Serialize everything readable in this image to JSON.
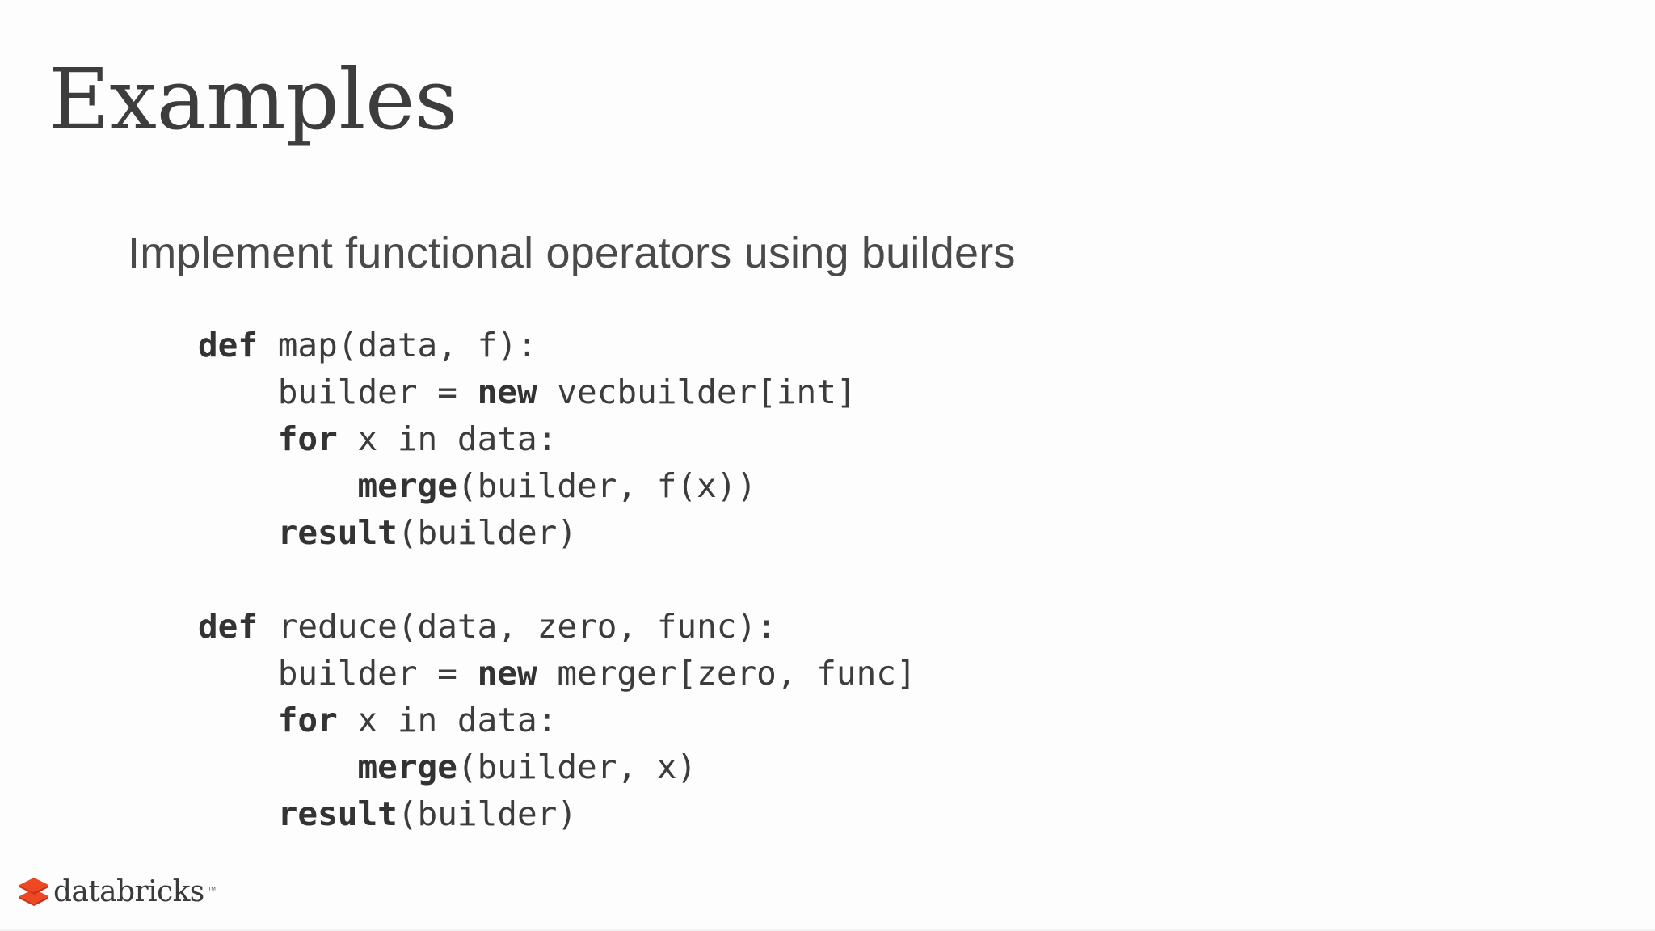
{
  "slide": {
    "title": "Examples",
    "subtitle": "Implement functional operators using builders",
    "background_color": "#fdfdfd",
    "text_color": "#3d3d3d",
    "code_color": "#3c3c3c"
  },
  "code": {
    "lines": [
      {
        "indent": 0,
        "tokens": [
          {
            "t": "def",
            "bold": true
          },
          {
            "t": " map(data, f):",
            "bold": false
          }
        ]
      },
      {
        "indent": 1,
        "tokens": [
          {
            "t": "builder = ",
            "bold": false
          },
          {
            "t": "new",
            "bold": true
          },
          {
            "t": " vecbuilder[int]",
            "bold": false
          }
        ]
      },
      {
        "indent": 1,
        "tokens": [
          {
            "t": "for",
            "bold": true
          },
          {
            "t": " x in data:",
            "bold": false
          }
        ]
      },
      {
        "indent": 2,
        "tokens": [
          {
            "t": "merge",
            "bold": true
          },
          {
            "t": "(builder, f(x))",
            "bold": false
          }
        ]
      },
      {
        "indent": 1,
        "tokens": [
          {
            "t": "result",
            "bold": true
          },
          {
            "t": "(builder)",
            "bold": false
          }
        ]
      },
      {
        "indent": 0,
        "tokens": []
      },
      {
        "indent": 0,
        "tokens": [
          {
            "t": "def",
            "bold": true
          },
          {
            "t": " reduce(data, zero, func):",
            "bold": false
          }
        ]
      },
      {
        "indent": 1,
        "tokens": [
          {
            "t": "builder = ",
            "bold": false
          },
          {
            "t": "new",
            "bold": true
          },
          {
            "t": " merger[zero, func]",
            "bold": false
          }
        ]
      },
      {
        "indent": 1,
        "tokens": [
          {
            "t": "for",
            "bold": true
          },
          {
            "t": " x in data:",
            "bold": false
          }
        ]
      },
      {
        "indent": 2,
        "tokens": [
          {
            "t": "merge",
            "bold": true
          },
          {
            "t": "(builder, x)",
            "bold": false
          }
        ]
      },
      {
        "indent": 1,
        "tokens": [
          {
            "t": "result",
            "bold": true
          },
          {
            "t": "(builder)",
            "bold": false
          }
        ]
      }
    ],
    "plain_text": "def map(data, f):\n    builder = new vecbuilder[int]\n    for x in data:\n        merge(builder, f(x))\n    result(builder)\n\ndef reduce(data, zero, func):\n    builder = new merger[zero, func]\n    for x in data:\n        merge(builder, x)\n    result(builder)"
  },
  "logo": {
    "wordmark": "databricks",
    "trademark": "™",
    "icon_name": "databricks-stacked-logo",
    "color_top": "#f04723",
    "color_shadow": "#d3381b",
    "color_mid": "#e8421f"
  }
}
